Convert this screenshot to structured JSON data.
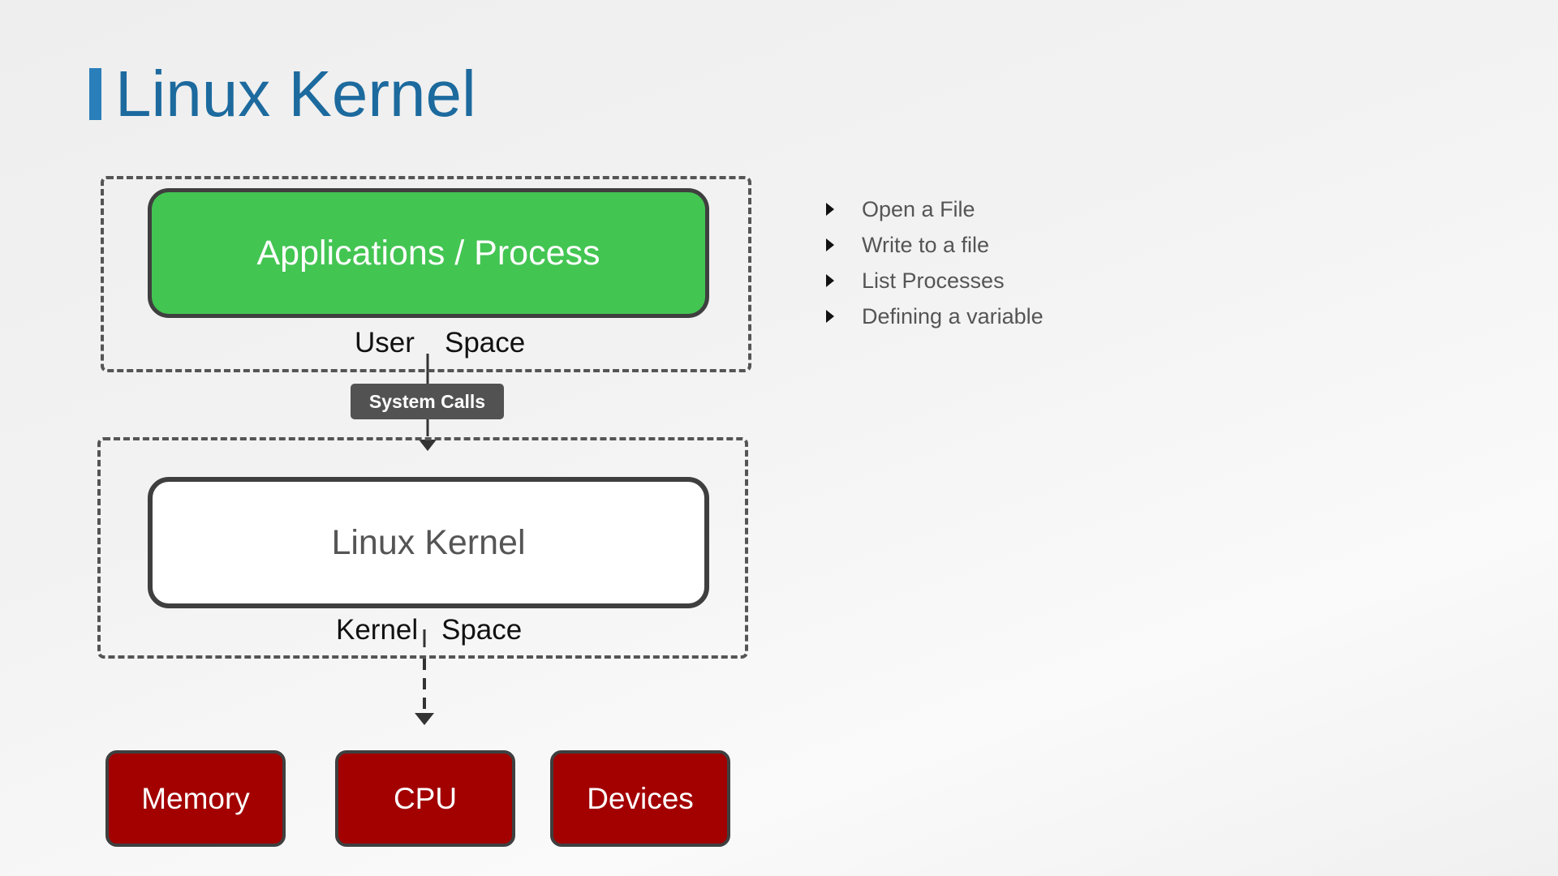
{
  "slide": {
    "title": "Linux Kernel"
  },
  "diagram": {
    "app_label": "Applications / Process",
    "user_space": {
      "left": "User",
      "right": "Space"
    },
    "system_calls": "System Calls",
    "kernel_label": "Linux Kernel",
    "kernel_space": {
      "left": "Kernel",
      "right": "Space"
    },
    "resources": [
      "Memory",
      "CPU",
      "Devices"
    ]
  },
  "examples": [
    "Open a File",
    "Write to a file",
    "List Processes",
    "Defining a variable"
  ],
  "colors": {
    "title": "#1c6a9e",
    "title_accent": "#2a7fba",
    "app_box": "#43c552",
    "resource_box": "#a30000",
    "outline": "#3f3f3f",
    "system_calls_badge": "#525252"
  }
}
